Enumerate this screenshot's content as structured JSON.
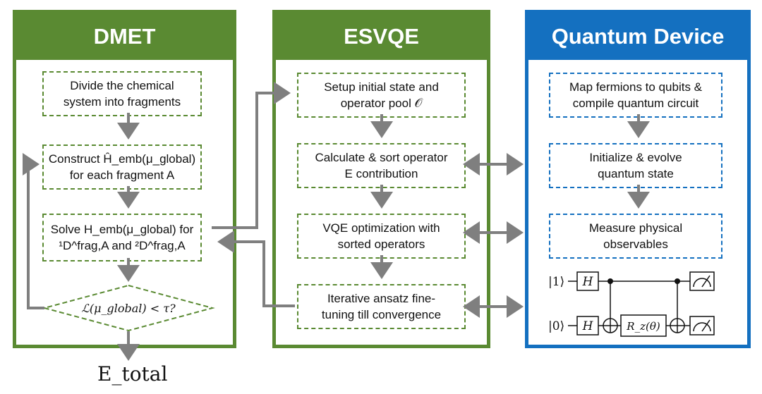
{
  "panels": {
    "dmet": {
      "title": "DMET",
      "steps": [
        {
          "line1": "Divide the chemical",
          "line2": "system into fragments"
        },
        {
          "line1": "Construct Ĥ_emb(μ_global)",
          "line2": "for each fragment A"
        },
        {
          "line1": "Solve H_emb(μ_global) for",
          "line2": "¹D^frag,A and ²D^frag,A"
        }
      ],
      "decision": "ℒ(μ_global) < τ?",
      "output": "E_total"
    },
    "esvqe": {
      "title": "ESVQE",
      "steps": [
        {
          "line1": "Setup initial state and",
          "line2": "operator pool 𝒪"
        },
        {
          "line1": "Calculate & sort operator",
          "line2": "E contribution"
        },
        {
          "line1": "VQE optimization with",
          "line2": "sorted operators"
        },
        {
          "line1": "Iterative ansatz fine-",
          "line2": "tuning till convergence"
        }
      ]
    },
    "quantum_device": {
      "title": "Quantum Device",
      "steps": [
        {
          "line1": "Map fermions to qubits &",
          "line2": "compile quantum circuit"
        },
        {
          "line1": "Initialize & evolve",
          "line2": "quantum state"
        },
        {
          "line1": "Measure physical",
          "line2": "observables"
        }
      ],
      "circuit": {
        "qubit_labels": [
          "|1⟩",
          "|0⟩"
        ],
        "gates": [
          "H",
          "H",
          "R_z(θ)"
        ]
      }
    }
  },
  "colors": {
    "green": "#5a8a32",
    "blue": "#1470c0",
    "arrow": "#7f7f7f"
  }
}
